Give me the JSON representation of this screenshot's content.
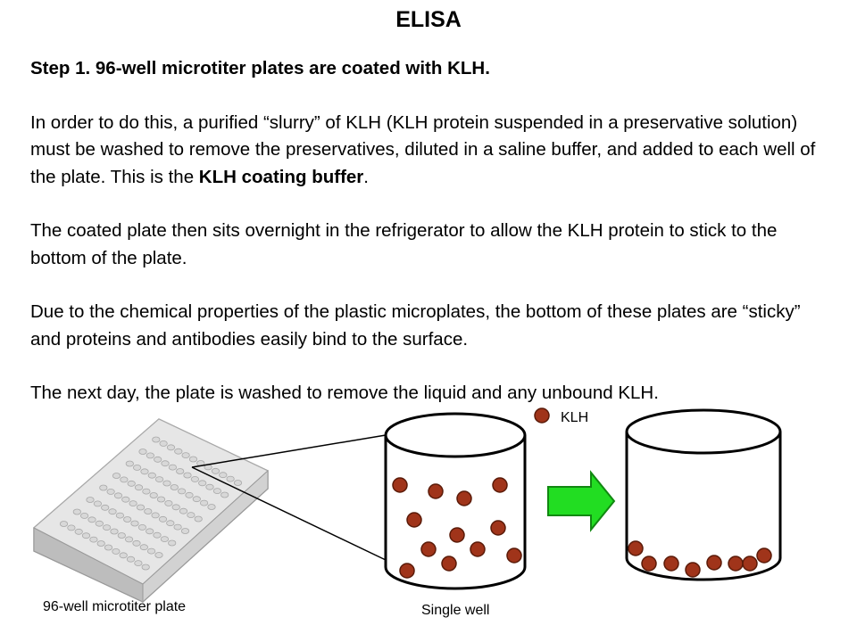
{
  "title": "ELISA",
  "step": "Step 1. 96-well microtiter plates are coated with KLH.",
  "para1": {
    "text1": "In order to do this, a purified “slurry” of KLH (KLH protein suspended in a preservative solution) must be washed to remove the preservatives, diluted in a saline buffer, and added to each well of the plate. This is the ",
    "bold": "KLH coating buffer",
    "text2": "."
  },
  "para2": "The coated plate then sits overnight in the refrigerator to allow the KLH protein to stick to the bottom of the plate.",
  "para3": "Due to the chemical properties of the plastic microplates, the bottom of these plates are “sticky” and proteins and antibodies easily bind to the surface.",
  "para4": "The next day, the plate is washed to remove the liquid and any unbound KLH.",
  "labels": {
    "klh": "KLH",
    "plate": "96-well microtiter plate",
    "single_well": "Single well"
  },
  "colors": {
    "klh_particle": "#a0341a",
    "arrow": "#22dd22"
  }
}
